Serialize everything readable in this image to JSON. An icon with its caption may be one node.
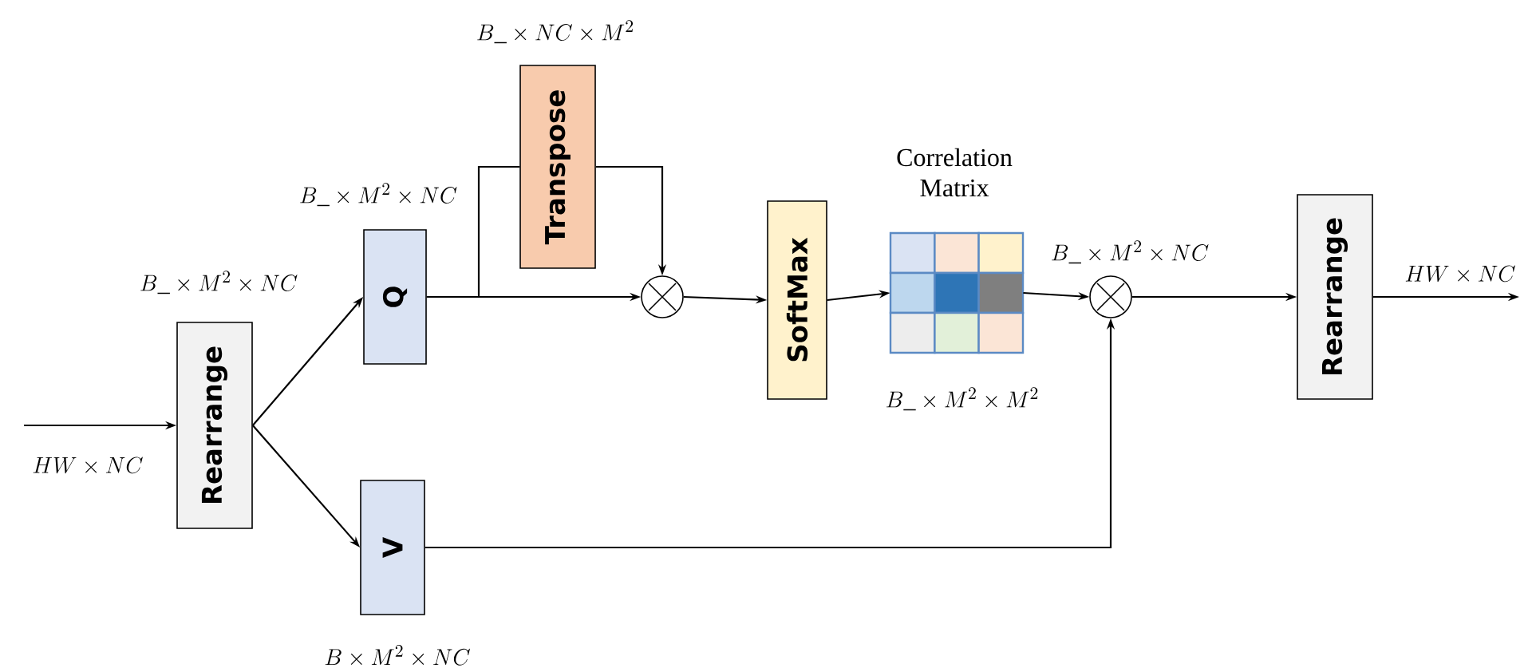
{
  "diagram": {
    "nodes": [
      {
        "text": [
          "Rearrange"
        ]
      },
      {
        "text": [
          "Q"
        ]
      },
      {
        "text": [
          "V"
        ]
      },
      {
        "text": [
          "Transpose"
        ]
      },
      {
        "text": [],
        "shape": "circle"
      },
      {
        "text": [
          "SoftMax"
        ]
      },
      {
        "text": [
          "Correlation Matrix"
        ],
        "beside": [
          "B\\_ \\times M^{2} \\times M^{2}"
        ]
      },
      {
        "text": [],
        "shape": "circle"
      },
      {
        "text": [
          "Rearrange"
        ]
      }
    ],
    "edges": [
      {
        "from": null,
        "to": 0,
        "arrow": "to",
        "label": "HW \\times NC"
      },
      {
        "from": 0,
        "to": 1,
        "arrow": "to"
      },
      {
        "from": 0,
        "to": 2,
        "arrow": "to"
      },
      {
        "from": 1,
        "to": 4,
        "arrow": "to"
      },
      {
        "from": 1,
        "to": 3,
        "arrow": "none"
      },
      {
        "from": 3,
        "to": 4,
        "arrow": "to"
      },
      {
        "from": 4,
        "to": 5,
        "arrow": "to"
      },
      {
        "from": 5,
        "to": 6,
        "arrow": "to"
      },
      {
        "from": 6,
        "to": 7,
        "arrow": "to"
      },
      {
        "from": 2,
        "to": 7,
        "arrow": "to"
      },
      {
        "from": 7,
        "to": 8,
        "arrow": "to"
      },
      {
        "from": 8,
        "to": null,
        "arrow": "to",
        "label": "HW \\times NC"
      }
    ],
    "labels": [
      "B\\_ \\times NC \\times M^{2}",
      "B\\_ \\times M^{2} \\times NC",
      "B\\_ \\times M^{2} \\times NC",
      "B\\_ \\times M^{2} \\times NC",
      "B \\times M^{2} \\times NC"
    ]
  }
}
